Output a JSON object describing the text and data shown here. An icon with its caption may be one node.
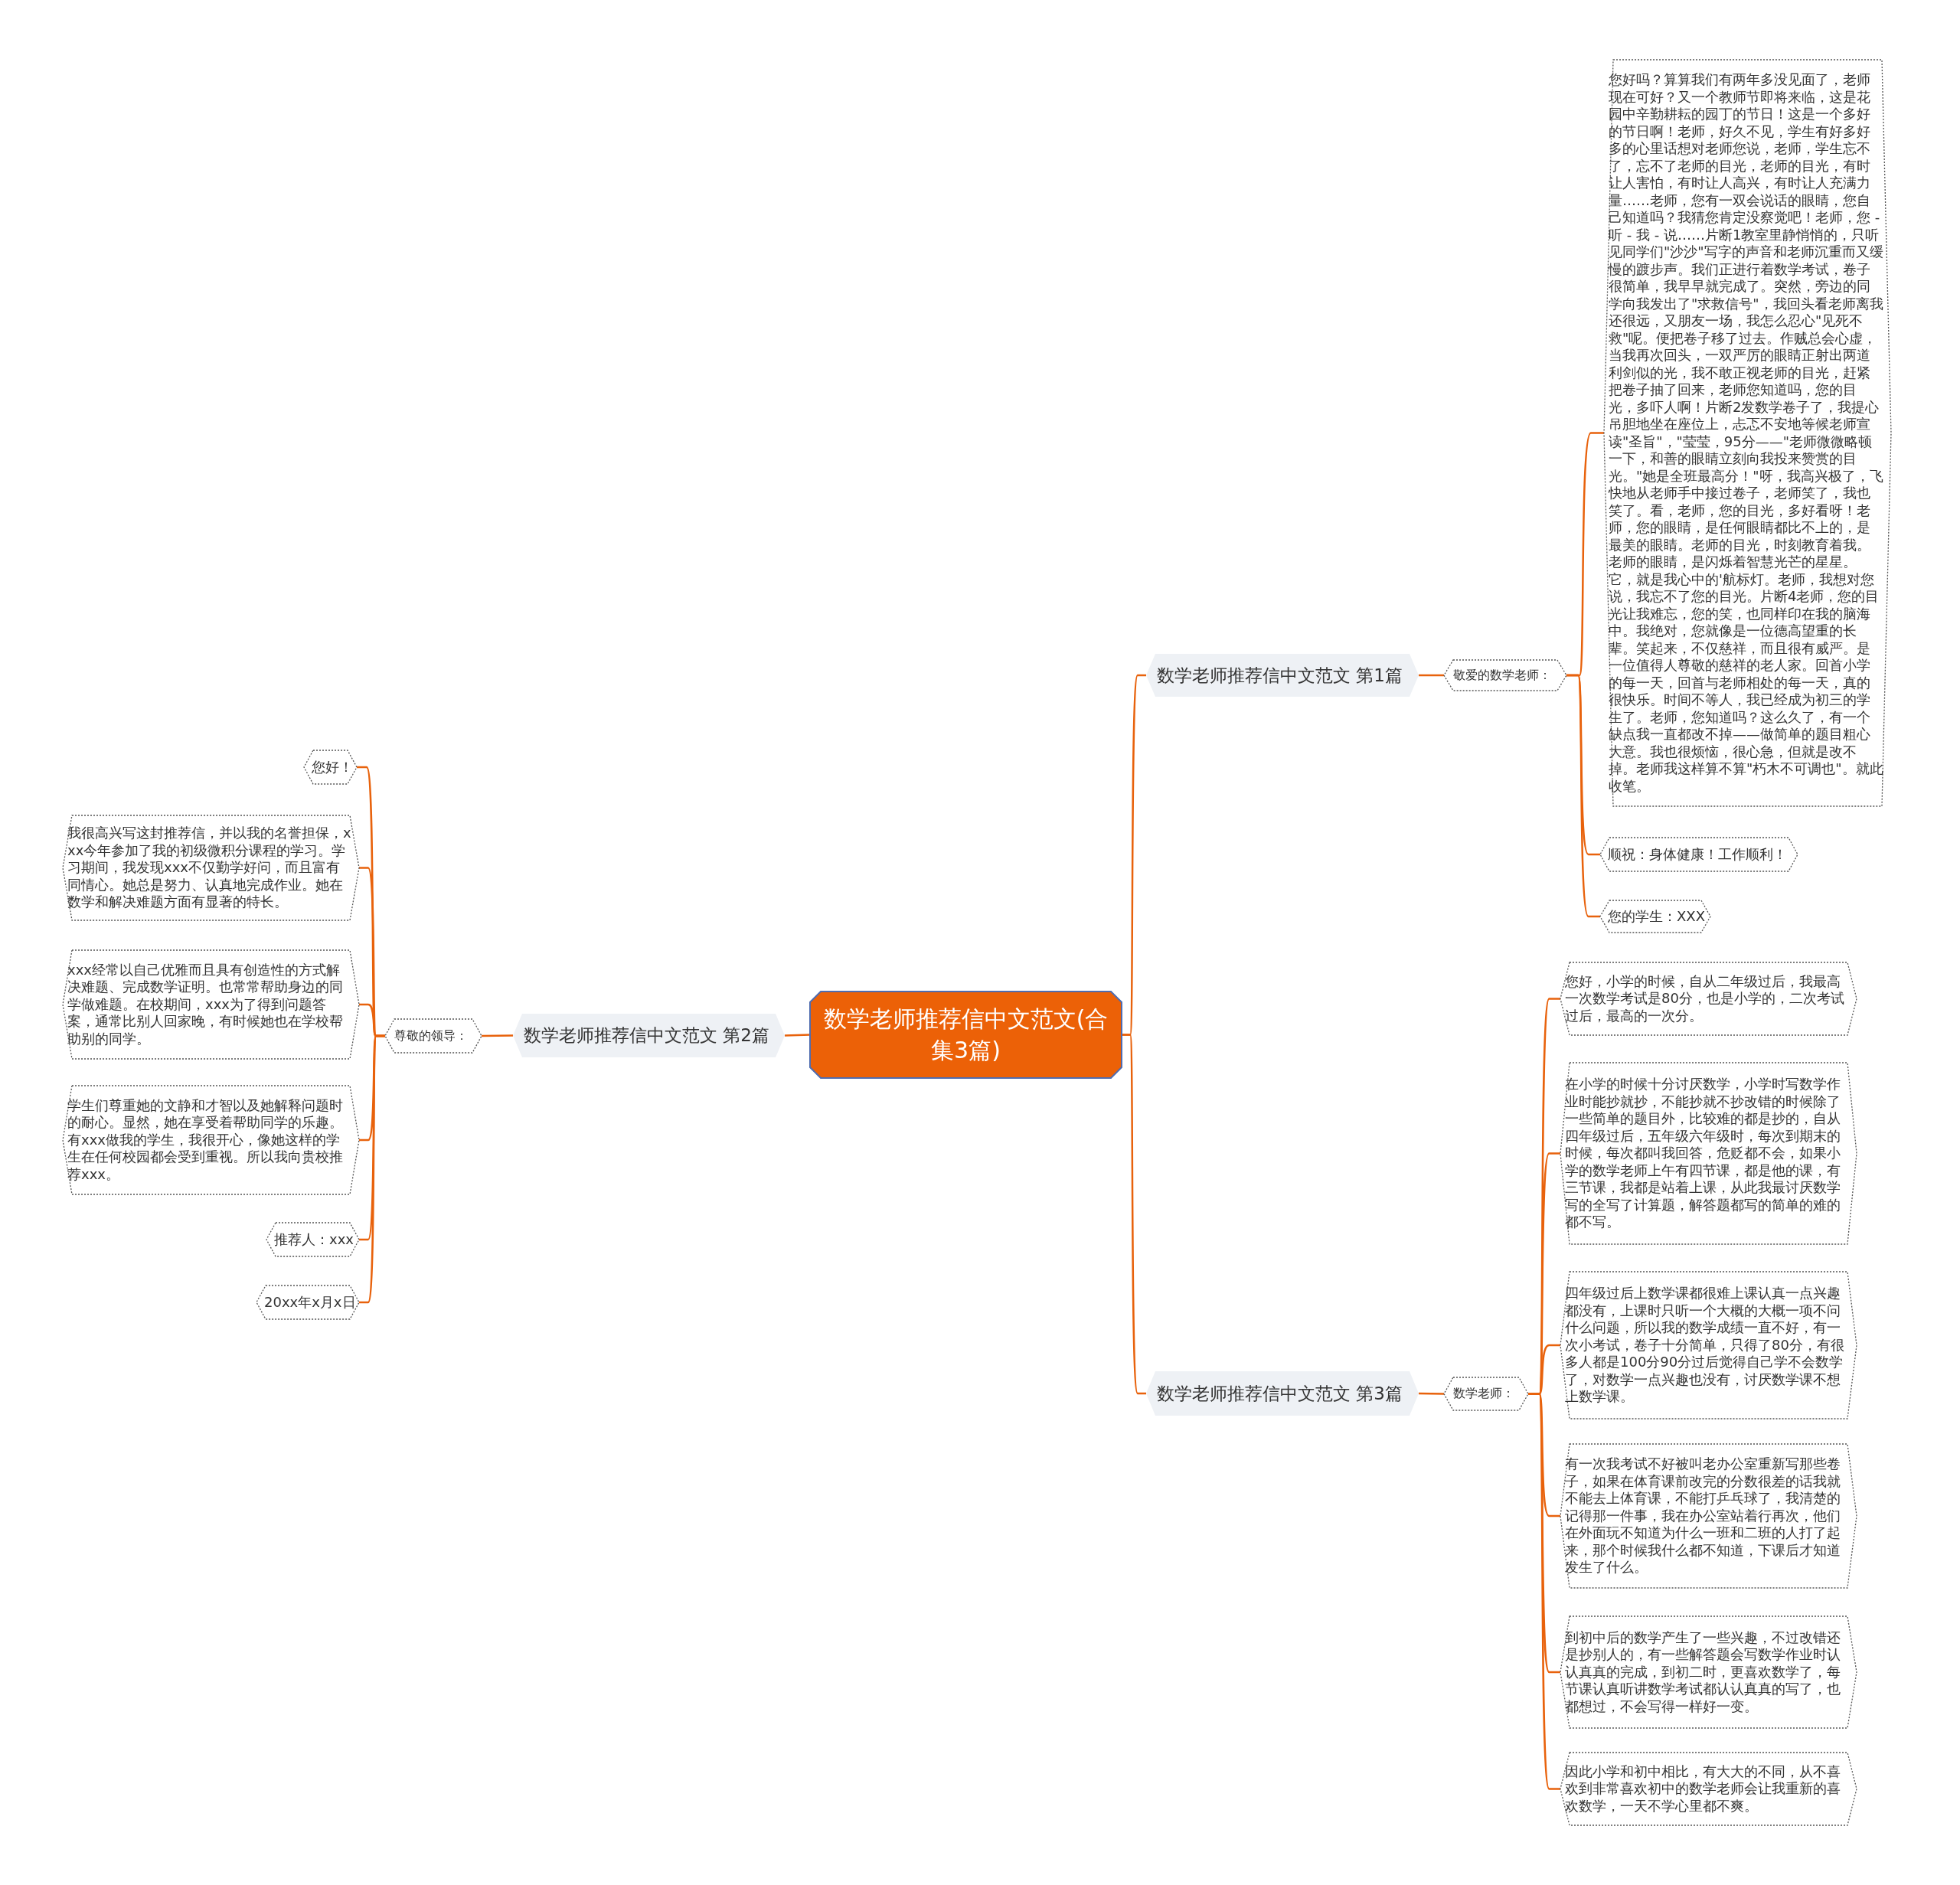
{
  "diagram": {
    "nodes": [
      {
        "text": [
          "数学老师推荐信中文范文(合集3篇)"
        ]
      },
      {
        "text": [
          "数学老师推荐信中文范文 第1篇"
        ]
      },
      {
        "text": [
          "敬爱的数学老师："
        ]
      },
      {
        "text": [
          "您好吗？算算我们有两年多没见面了，老师现在可好？又一个教师节即将来临，这是花园中辛勤耕耘的园丁的节日！这是一个多好的节日啊！老师，好久不见，学生有好多好多的心里话想对老师您说，老师，学生忘不了，忘不了老师的目光，老师的目光，有时让人害怕，有时让人高兴，有时让人充满力量……老师，您有一双会说话的眼睛，您自己知道吗？我猜您肯定没察觉吧！老师，您 - 听 - 我 - 说……片断1教室里静悄悄的，只听见同学们\"沙沙\"写字的声音和老师沉重而又缓慢的踱步声。我们正进行着数学考试，卷子很简单，我早早就完成了。突然，旁边的同学向我发出了\"求救信号\"，我回头看老师离我还很远，又朋友一场，我怎么忍心\"见死不救\"呢。便把卷子移了过去。作贼总会心虚，当我再次回头，一双严厉的眼睛正射出两道利剑似的光，我不敢正视老师的目光，赶紧把卷子抽了回来，老师您知道吗，您的目光，多吓人啊！片断2发数学卷子了，我提心吊胆地坐在座位上，忐忑不安地等候老师宣读\"圣旨\"，\"莹莹，95分——\"老师微微略顿一下，和善的眼睛立刻向我投来赞赏的目光。\"她是全班最高分！\"呀，我高兴极了，飞快地从老师手中接过卷子，老师笑了，我也笑了。看，老师，您的目光，多好看呀！老师，您的眼睛，是任何眼睛都比不上的，是最美的眼睛。老师的目光，时刻教育着我。老师的眼睛，是闪烁着智慧光芒的星星。它，就是我心中的'航标灯。老师，我想对您说，我忘不了您的目光。片断4老师，您的目光让我难忘，您的笑，也同样印在我的脑海中。我绝对，您就像是一位德高望重的长辈。笑起来，不仅慈祥，而且很有威严。是一位值得人尊敬的慈祥的老人家。回首小学的每一天，回首与老师相处的每一天，真的很快乐。时间不等人，我已经成为初三的学生了。老师，您知道吗？这么久了，有一个缺点我一直都改不掉——做简单的题目粗心大意。我也很烦恼，很心急，但就是改不掉。老师我这样算不算\"朽木不可调也\"。就此收笔。"
        ]
      },
      {
        "text": [
          "顺祝：身体健康！工作顺利！"
        ]
      },
      {
        "text": [
          "您的学生：XXX"
        ]
      },
      {
        "text": [
          "数学老师推荐信中文范文 第2篇"
        ]
      },
      {
        "text": [
          "尊敬的领导："
        ]
      },
      {
        "text": [
          "您好！"
        ]
      },
      {
        "text": [
          "我很高兴写这封推荐信，并以我的名誉担保，xxx今年参加了我的初级微积分课程的学习。学习期间，我发现xxx不仅勤学好问，而且富有同情心。她总是努力、认真地完成作业。她在数学和解决难题方面有显著的特长。"
        ]
      },
      {
        "text": [
          "xxx经常以自己优雅而且具有创造性的方式解决难题、完成数学证明。也常常帮助身边的同学做难题。在校期间，xxx为了得到问题答案，通常比别人回家晚，有时候她也在学校帮助别的同学。"
        ]
      },
      {
        "text": [
          "学生们尊重她的文静和才智以及她解释问题时的耐心。显然，她在享受着帮助同学的乐趣。有xxx做我的学生，我很开心，像她这样的学生在任何校园都会受到重视。所以我向贵校推荐xxx。"
        ]
      },
      {
        "text": [
          "推荐人：xxx"
        ]
      },
      {
        "text": [
          "20xx年x月x日"
        ]
      },
      {
        "text": [
          "数学老师推荐信中文范文 第3篇"
        ]
      },
      {
        "text": [
          "数学老师："
        ]
      },
      {
        "text": [
          "您好，小学的时候，自从二年级过后，我最高一次数学考试是80分，也是小学的，二次考试过后，最高的一次分。"
        ]
      },
      {
        "text": [
          "在小学的时候十分讨厌数学，小学时写数学作业时能抄就抄，不能抄就不抄改错的时候除了一些简单的题目外，比较难的都是抄的，自从四年级过后，五年级六年级时，每次到期末的时候，每次都叫我回答，危贬都不会，如果小学的数学老师上午有四节课，都是他的课，有三节课，我都是站着上课，从此我最讨厌数学写的全写了计算题，解答题都写的简单的难的都不写。"
        ]
      },
      {
        "text": [
          "四年级过后上数学课都很难上课认真一点兴趣都没有，上课时只听一个大概的大概一项不问什么问题，所以我的数学成绩一直不好，有一次小考试，卷子十分简单，只得了80分，有很多人都是100分90分过后觉得自己学不会数学了，对数学一点兴趣也没有，讨厌数学课不想上数学课。"
        ]
      },
      {
        "text": [
          "有一次我考试不好被叫老办公室重新写那些卷子，如果在体育课前改完的分数很差的话我就不能去上体育课，不能打乒乓球了，我清楚的记得那一件事，我在办公室站着行再次，他们在外面玩不知道为什么一班和二班的人打了起来，那个时候我什么都不知道，下课后才知道发生了什么。"
        ]
      },
      {
        "text": [
          "到初中后的数学产生了一些兴趣，不过改错还是抄别人的，有一些解答题会写数学作业时认认真真的完成，到初二时，更喜欢数学了，每节课认真听讲数学考试都认认真真的写了，也都想过，不会写得一样好一变。"
        ]
      },
      {
        "text": [
          "因此小学和初中相比，有大大的不同，从不喜欢到非常喜欢初中的数学老师会让我重新的喜欢数学，一天不学心里都不爽。"
        ]
      }
    ],
    "edges": [
      {
        "from": 0,
        "to": 1,
        "arrow": "none"
      },
      {
        "from": 0,
        "to": 6,
        "arrow": "none"
      },
      {
        "from": 0,
        "to": 14,
        "arrow": "none"
      },
      {
        "from": 1,
        "to": 2,
        "arrow": "none"
      },
      {
        "from": 2,
        "to": 3,
        "arrow": "none"
      },
      {
        "from": 2,
        "to": 4,
        "arrow": "none"
      },
      {
        "from": 2,
        "to": 5,
        "arrow": "none"
      },
      {
        "from": 6,
        "to": 7,
        "arrow": "none"
      },
      {
        "from": 7,
        "to": 8,
        "arrow": "none"
      },
      {
        "from": 7,
        "to": 9,
        "arrow": "none"
      },
      {
        "from": 7,
        "to": 10,
        "arrow": "none"
      },
      {
        "from": 7,
        "to": 11,
        "arrow": "none"
      },
      {
        "from": 7,
        "to": 12,
        "arrow": "none"
      },
      {
        "from": 7,
        "to": 13,
        "arrow": "none"
      },
      {
        "from": 14,
        "to": 15,
        "arrow": "none"
      },
      {
        "from": 15,
        "to": 16,
        "arrow": "none"
      },
      {
        "from": 15,
        "to": 17,
        "arrow": "none"
      },
      {
        "from": 15,
        "to": 18,
        "arrow": "none"
      },
      {
        "from": 15,
        "to": 19,
        "arrow": "none"
      },
      {
        "from": 15,
        "to": 20,
        "arrow": "none"
      },
      {
        "from": 15,
        "to": 21,
        "arrow": "none"
      }
    ]
  }
}
